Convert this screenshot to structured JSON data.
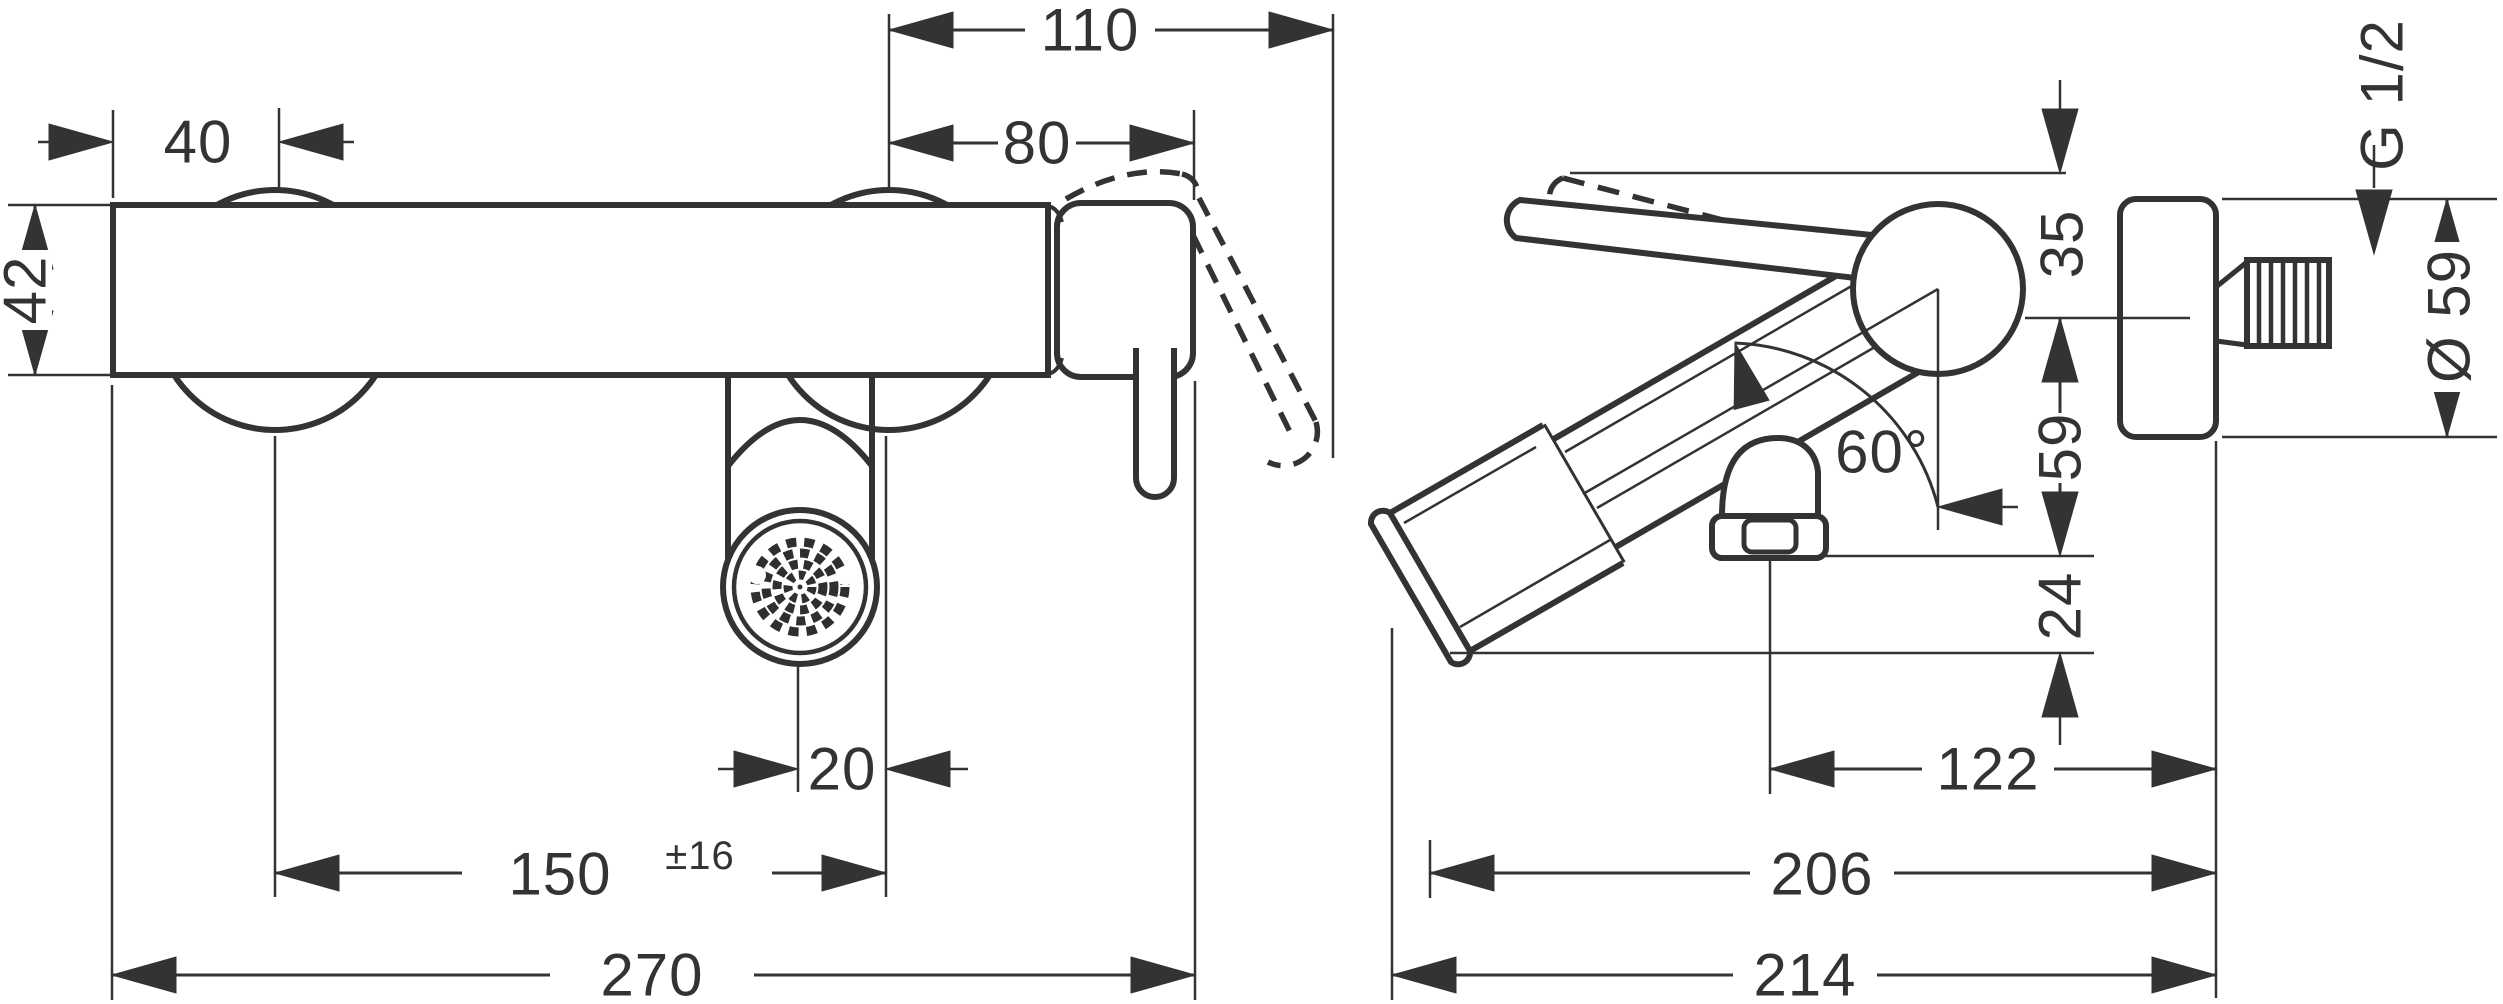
{
  "drawing": {
    "title": "bath-mixer-dimension-drawing",
    "colors": {
      "line": "#333333",
      "background": "#ffffff"
    },
    "front_view": {
      "dims": {
        "width_top": "110",
        "offset_left": "40",
        "handle_width": "80",
        "body_height": "42",
        "spout_offset": "20",
        "connection_distance": "150",
        "connection_tolerance": "±16",
        "total_width": "270"
      }
    },
    "side_view": {
      "dims": {
        "thread": "G 1/2",
        "pivot_height": "35",
        "flange_diameter": "Ø 59",
        "spout_drop": "59",
        "outlet_depth": "24",
        "swivel_angle": "60°",
        "outlet_to_wall": "122",
        "spout_face_to_wall": "206",
        "spout_tip_to_wall": "214"
      }
    }
  }
}
